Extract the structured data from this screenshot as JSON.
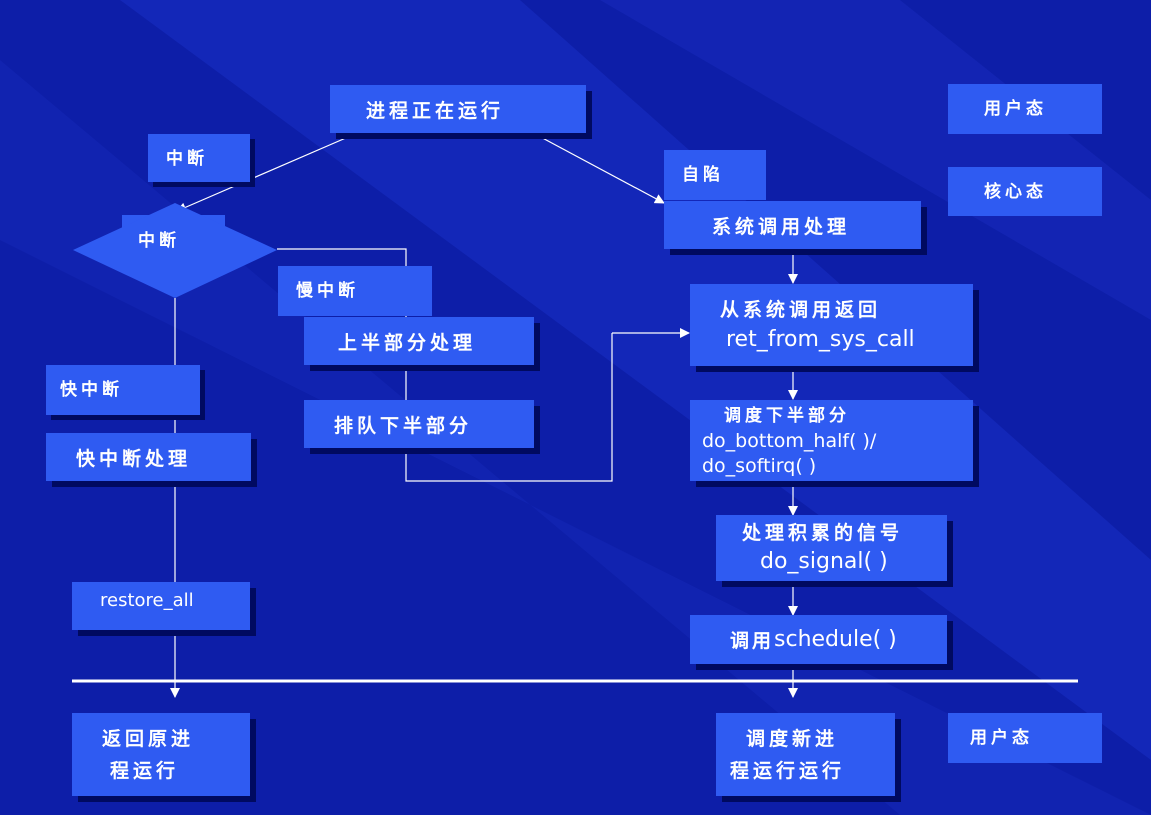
{
  "colors": {
    "background": "#0d1ea8",
    "box": "#2f5bf2",
    "shadow": "#000a60",
    "line": "#ffffff"
  },
  "nodes": {
    "process_running": "进程正在运行",
    "system_call_handling": "系统调用处理",
    "return_from_syscall": {
      "cn": "从系统调用返回",
      "en": "ret_from_sys_call"
    },
    "schedule_bottom_half": {
      "cn": "调度下半部分",
      "en1": "do_bottom_half( )/",
      "en2": "do_softirq( )"
    },
    "handle_signals": {
      "cn": "处理积累的信号",
      "en": "do_signal( )"
    },
    "call_schedule": {
      "cn": "调用",
      "en": "schedule( )"
    },
    "top_half": "上半部分处理",
    "queue_bottom_half": "排队下半部分",
    "fast_interrupt_handling": "快中断处理",
    "restore_all": "restore_all",
    "return_original": {
      "line1": "返回原进",
      "line2": "程运行"
    },
    "schedule_new": {
      "line1": "调度新进",
      "line2": "程运行运行"
    }
  },
  "labels": {
    "interrupt": "中断",
    "diamond": "中断",
    "trap": "自陷",
    "slow_interrupt": "慢中断",
    "fast_interrupt": "快中断"
  },
  "legend": {
    "user_mode_top": "用户态",
    "kernel_mode": "核心态",
    "user_mode_bottom": "用户态"
  }
}
